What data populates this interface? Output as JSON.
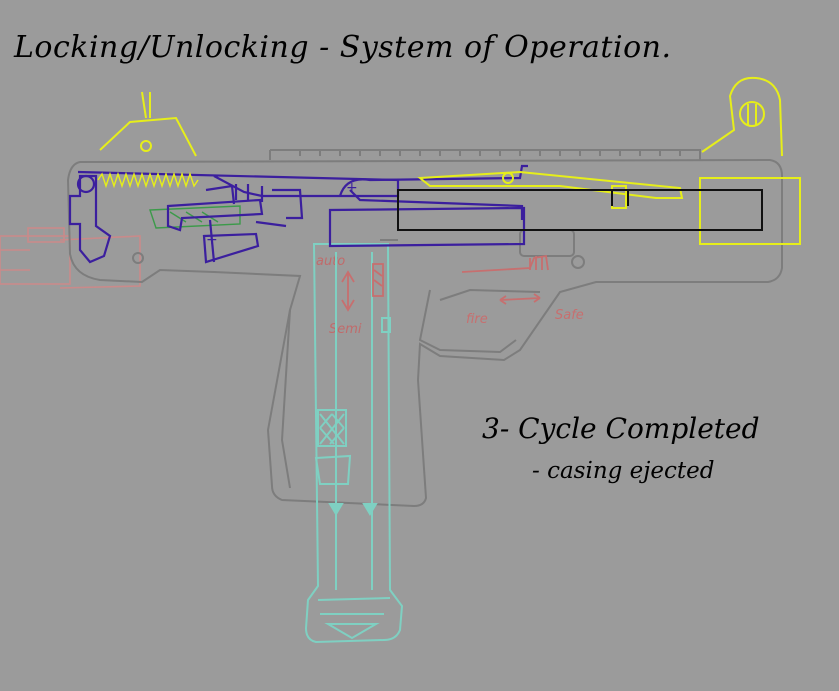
{
  "title": "Locking/Unlocking - System of Operation.",
  "step": {
    "heading": "3- Cycle Completed",
    "note": "- casing ejected"
  },
  "labels": {
    "auto": "auto",
    "semi": "Semi",
    "fire": "fire",
    "safe": "Safe"
  },
  "colors": {
    "background": "#9b9b9b",
    "receiver_outline": "#7d7d7d",
    "bolt_group": "#3b1f9e",
    "ejected_path": "#e6ee1a",
    "barrel": "#111111",
    "magazine": "#7fd0c2",
    "stock": "#c98a8a",
    "fire_selector": "#c76f6f",
    "spring": "#e6ee1a",
    "internals": "#3c9a4a"
  }
}
